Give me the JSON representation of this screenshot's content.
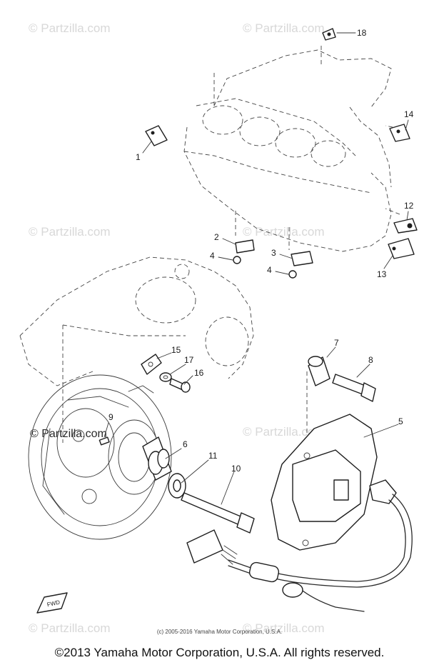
{
  "diagram": {
    "callouts": [
      {
        "id": "1",
        "text": "1"
      },
      {
        "id": "2",
        "text": "2"
      },
      {
        "id": "3",
        "text": "3"
      },
      {
        "id": "4a",
        "text": "4"
      },
      {
        "id": "4b",
        "text": "4"
      },
      {
        "id": "5",
        "text": "5"
      },
      {
        "id": "6",
        "text": "6"
      },
      {
        "id": "7",
        "text": "7"
      },
      {
        "id": "8",
        "text": "8"
      },
      {
        "id": "9",
        "text": "9"
      },
      {
        "id": "10",
        "text": "10"
      },
      {
        "id": "11",
        "text": "11"
      },
      {
        "id": "12",
        "text": "12"
      },
      {
        "id": "13",
        "text": "13"
      },
      {
        "id": "14",
        "text": "14"
      },
      {
        "id": "15",
        "text": "15"
      },
      {
        "id": "16",
        "text": "16"
      },
      {
        "id": "17",
        "text": "17"
      },
      {
        "id": "18",
        "text": "18"
      }
    ],
    "fwd_label": "FWD",
    "watermark_text": "© Partzilla.com"
  },
  "footer": {
    "small_copyright": "(c) 2005-2016 Yamaha Motor Corporation, U.S.A.",
    "main_copyright": "©2013 Yamaha Motor Corporation, U.S.A. All rights reserved."
  }
}
